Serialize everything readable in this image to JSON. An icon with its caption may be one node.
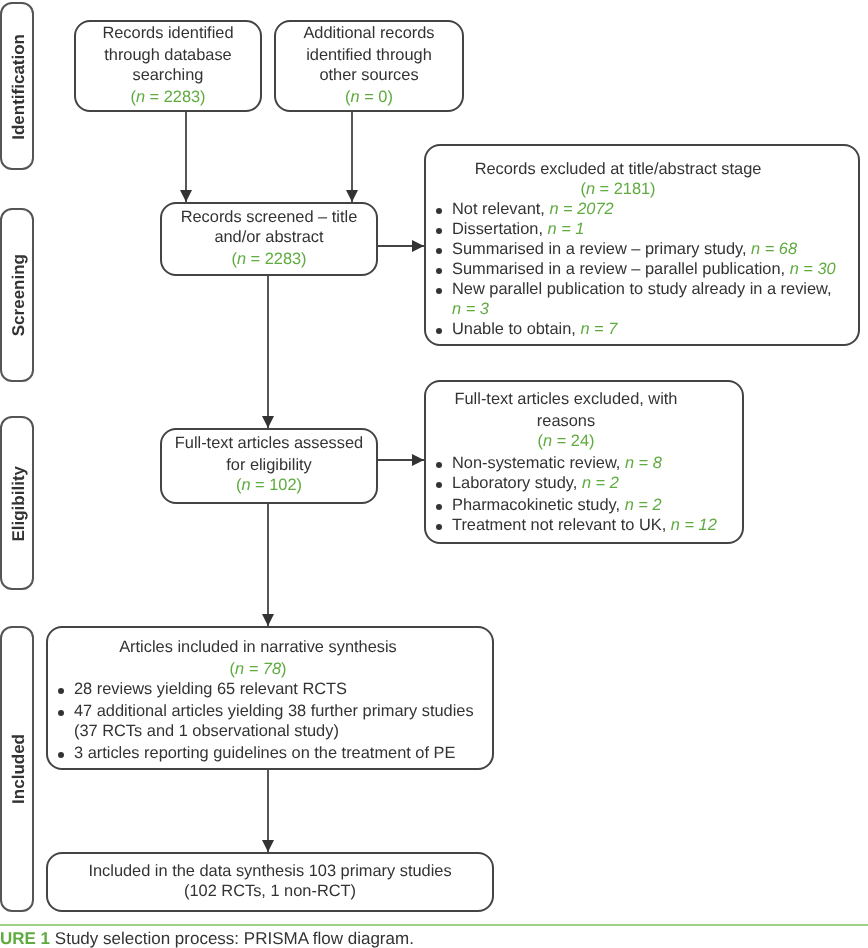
{
  "diagram": {
    "caption": "**URE 1** Study selection process: PRISMA flow diagram.",
    "nodes": [
      {
        "text": [
          "Identification"
        ]
      },
      {
        "text": [
          "Records identified through database searching",
          "(*n* = 2283)"
        ]
      },
      {
        "text": [
          "Additional records identified through other sources",
          "(*n* = 0)"
        ]
      },
      {
        "text": [
          "Screening"
        ]
      },
      {
        "text": [
          "Records screened – title and/or abstract",
          "(*n* = 2283)"
        ]
      },
      {
        "text": [
          "Records excluded at title/abstract stage",
          "(*n* = 2181)",
          "Not relevant, *n = 2072*",
          "Dissertation, *n = 1*",
          "Summarised in a review – primary study, *n = 68*",
          "Summarised in a review – parallel publication, *n = 30*",
          "New parallel publication to study already in a review, *n = 3*",
          "Unable to obtain, *n = 7*"
        ]
      },
      {
        "text": [
          "Eligibility"
        ]
      },
      {
        "text": [
          "Full-text articles assessed for eligibility",
          "(*n* = 102)"
        ]
      },
      {
        "text": [
          "Full-text articles excluded, with reasons",
          "(*n* = 24)",
          "Non-systematic review, *n = 8*",
          "Laboratory study, *n = 2*",
          "Pharmacokinetic study, *n = 2*",
          "Treatment not relevant to UK, *n = 12*"
        ]
      },
      {
        "text": [
          "Included"
        ]
      },
      {
        "text": [
          "Articles included in narrative synthesis",
          "(*n = 78*)",
          "28 reviews yielding 65 relevant RCTS",
          "47 additional articles yielding 38 further primary studies (37 RCTs and 1 observational study)",
          "3 articles reporting guidelines on the treatment of PE"
        ]
      },
      {
        "text": [
          "Included in the data synthesis 103 primary studies (102 RCTs, 1 non-RCT)"
        ]
      }
    ],
    "edges": [
      {
        "from": 1,
        "to": 4,
        "arrow": "to"
      },
      {
        "from": 2,
        "to": 4,
        "arrow": "to"
      },
      {
        "from": 4,
        "to": 5,
        "arrow": "to"
      },
      {
        "from": 4,
        "to": 7,
        "arrow": "to"
      },
      {
        "from": 7,
        "to": 8,
        "arrow": "to"
      },
      {
        "from": 7,
        "to": 10,
        "arrow": "to"
      },
      {
        "from": 10,
        "to": 11,
        "arrow": "to"
      }
    ]
  }
}
